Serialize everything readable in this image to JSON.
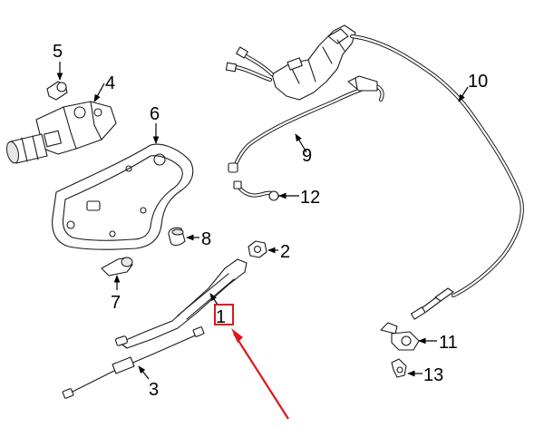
{
  "diagram": {
    "callouts": [
      {
        "id": "1",
        "label": "1"
      },
      {
        "id": "2",
        "label": "2"
      },
      {
        "id": "3",
        "label": "3"
      },
      {
        "id": "4",
        "label": "4"
      },
      {
        "id": "5",
        "label": "5"
      },
      {
        "id": "6",
        "label": "6"
      },
      {
        "id": "7",
        "label": "7"
      },
      {
        "id": "8",
        "label": "8"
      },
      {
        "id": "9",
        "label": "9"
      },
      {
        "id": "10",
        "label": "10"
      },
      {
        "id": "11",
        "label": "11"
      },
      {
        "id": "12",
        "label": "12"
      },
      {
        "id": "13",
        "label": "13"
      }
    ],
    "highlighted_callout": "1",
    "colors": {
      "line": "#1a1a1a",
      "highlight": "#e0161b",
      "background": "#ffffff"
    }
  }
}
